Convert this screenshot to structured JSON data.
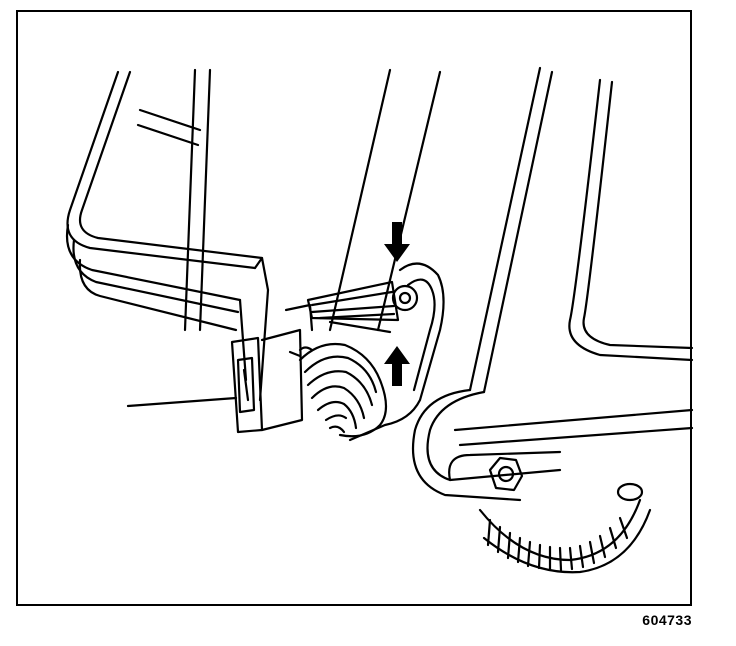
{
  "figure": {
    "number": "604733",
    "colors": {
      "line": "#000000",
      "background": "#ffffff"
    },
    "arrows": [
      "arrow-down",
      "arrow-up"
    ]
  }
}
